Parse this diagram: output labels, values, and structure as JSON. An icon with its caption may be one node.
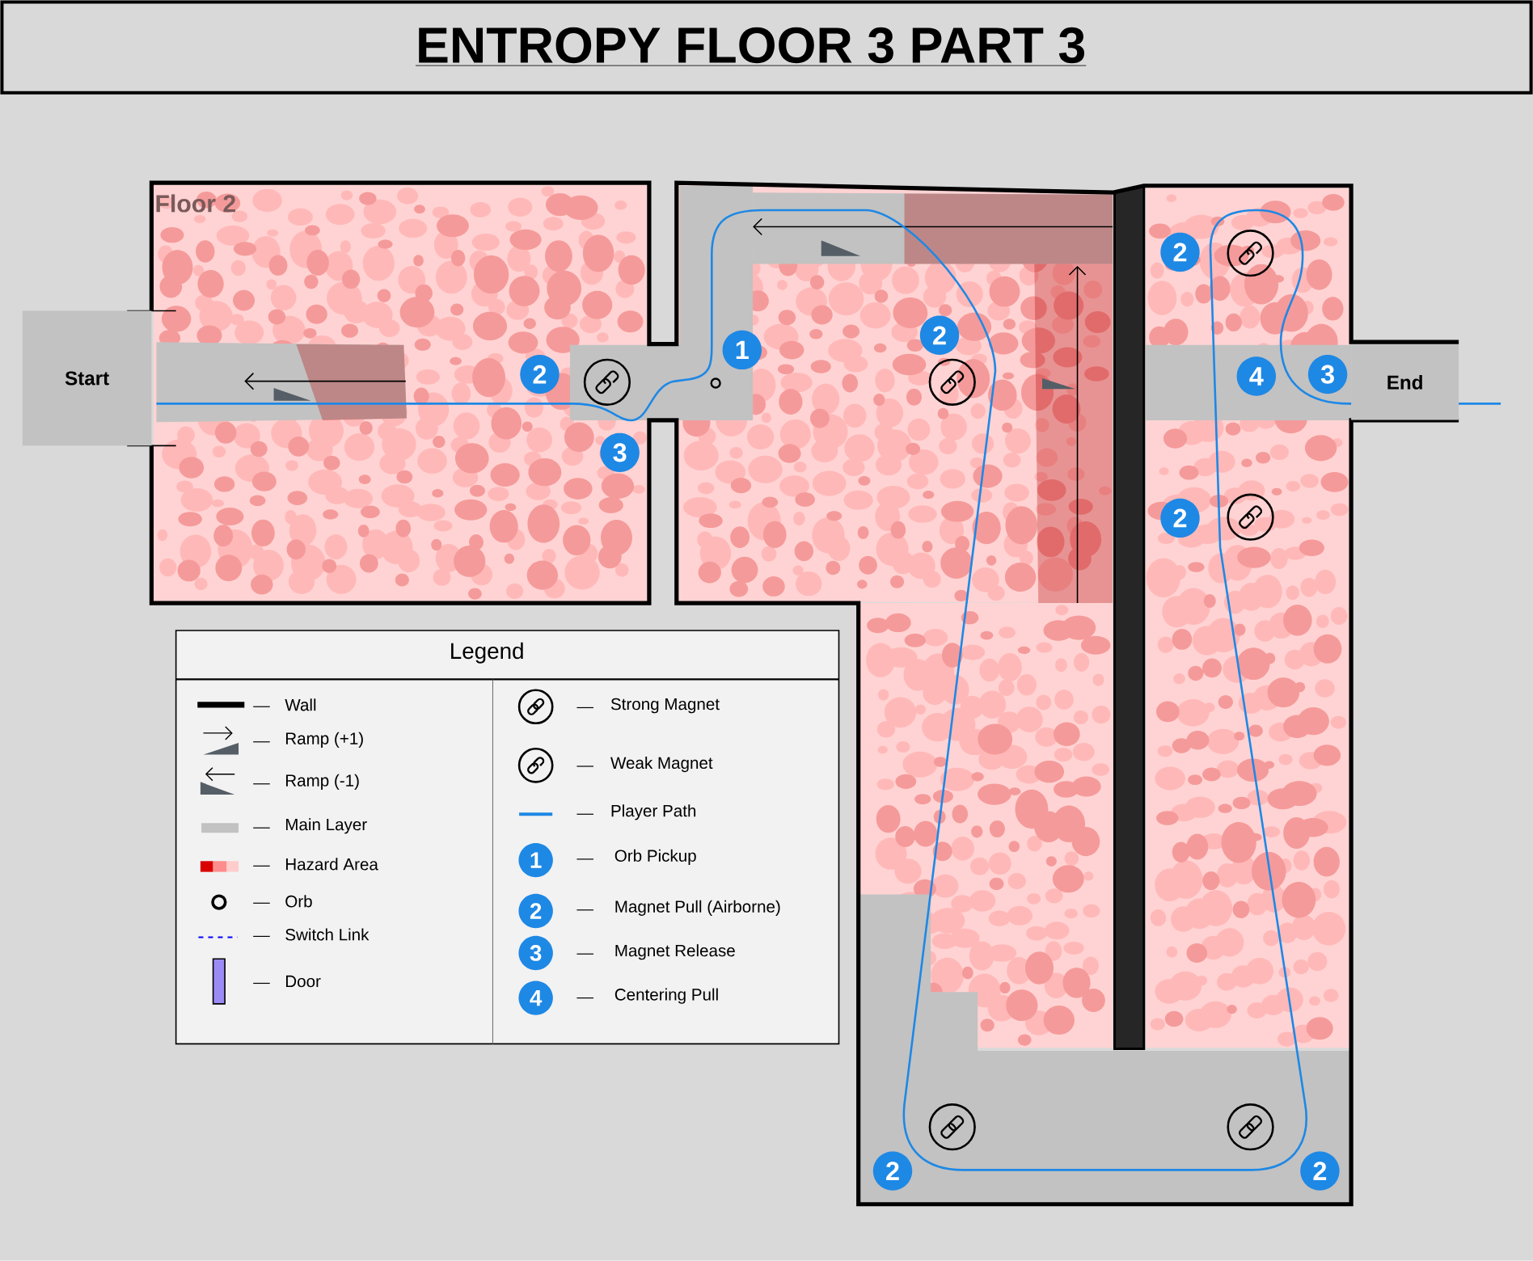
{
  "diagram": {
    "title": "ENTROPY FLOOR 3 PART 3",
    "nodes": [
      {
        "text": [
          "Start"
        ]
      },
      {
        "text": [
          "End"
        ]
      }
    ],
    "labels": [
      "Floor 2",
      "2",
      "2",
      "1",
      "2",
      "3",
      "4",
      "3",
      "2",
      "2",
      "2",
      "Legend",
      "1",
      "2",
      "3",
      "4"
    ],
    "legend": [
      {
        "text": "Wall"
      },
      {
        "text": "Ramp (+1)"
      },
      {
        "text": "Ramp (-1)"
      },
      {
        "text": "Main Layer",
        "color": "#c2c2c2"
      },
      {
        "text": "Hazard Area"
      },
      {
        "text": "Orb"
      },
      {
        "text": "Switch Link"
      },
      {
        "text": "Door"
      },
      {
        "text": "Strong Magnet"
      },
      {
        "text": "Weak Magnet"
      },
      {
        "text": "Player Path"
      },
      {
        "text": "Orb Pickup"
      },
      {
        "text": "Magnet Pull (Airborne)"
      },
      {
        "text": "Magnet Release"
      },
      {
        "text": "Centering Pull"
      }
    ]
  }
}
